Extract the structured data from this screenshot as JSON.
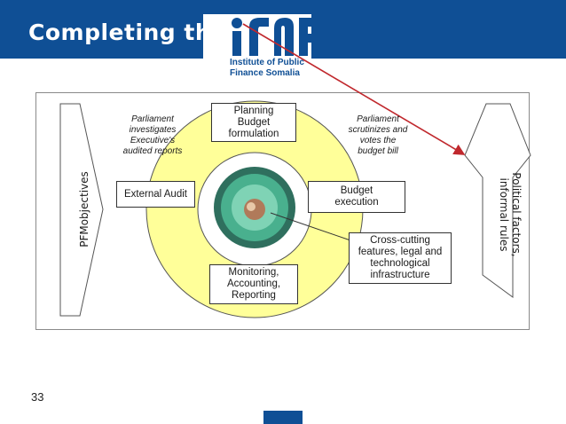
{
  "slide": {
    "title": "Completing the figure",
    "number": "33"
  },
  "logo": {
    "caption_line1": "Institute of Public",
    "caption_line2": "Finance Somalia"
  },
  "diagram": {
    "left_arrow_label": "PFMobjectives",
    "right_arrow_label": "Political factors,\ninformal rules",
    "planning": "Planning\nBudget\nformulation",
    "external_audit": "External Audit",
    "budget_execution": "Budget\nexecution",
    "monitoring": "Monitoring,\nAccounting,\nReporting",
    "cross_cutting": "Cross-cutting\nfeatures, legal and\ntechnological\ninfrastructure",
    "note_left": "Parliament\ninvestigates\nExecutive's\naudited reports",
    "note_right": "Parliament\nscrutinizes and\nvotes the\nbudget bill"
  },
  "colors": {
    "header": "#0f4f95",
    "cycle_fill": "#ffff99",
    "arrow_red": "#c0282d",
    "gear": "#3a9a80"
  }
}
